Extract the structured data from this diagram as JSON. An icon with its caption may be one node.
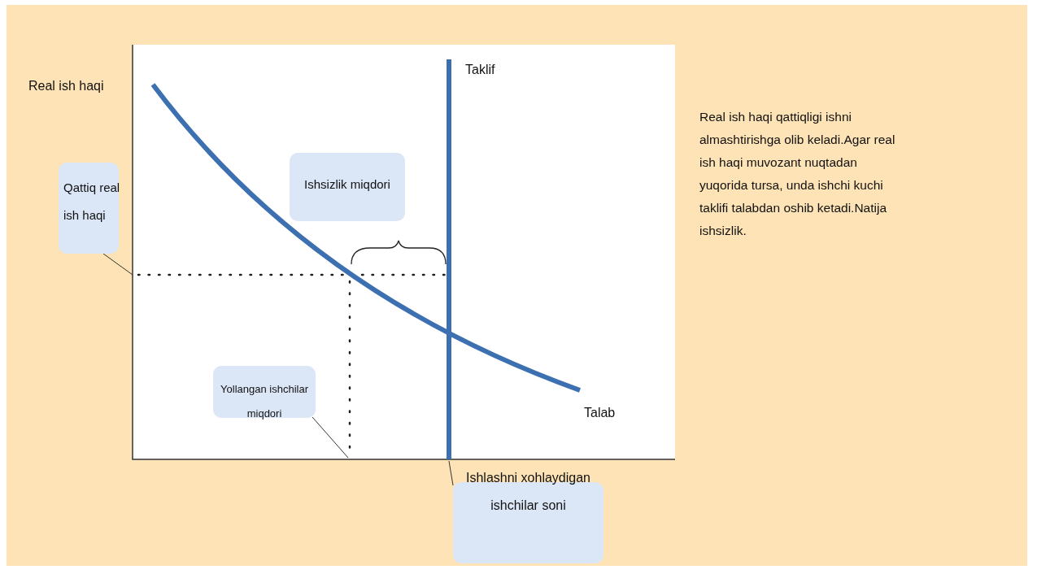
{
  "diagram": {
    "nodes": [
      {
        "text": [
          "Qattiq real ish haqi"
        ]
      },
      {
        "text": [
          "Ishsizlik miqdori"
        ]
      },
      {
        "text": [
          "Yollangan ishchilar miqdori"
        ]
      },
      {
        "text": [
          "Ishlashni xohlaydigan ishchilar soni"
        ]
      }
    ],
    "edges": [
      {
        "from": 0,
        "to": null,
        "arrow": "none"
      },
      {
        "from": 2,
        "to": null,
        "arrow": "none"
      },
      {
        "from": 3,
        "to": null,
        "arrow": "none"
      }
    ],
    "labels": [
      "Real ish haqi",
      "Taklif",
      "Talab",
      "Real ish haqi qattiqligi ishni almashtirishga olib keladi.Agar real ish haqi muvozant nuqtadan yuqorida tursa, unda ishchi kuchi taklifi talabdan oshib ketadi.Natija ishsizlik."
    ]
  }
}
